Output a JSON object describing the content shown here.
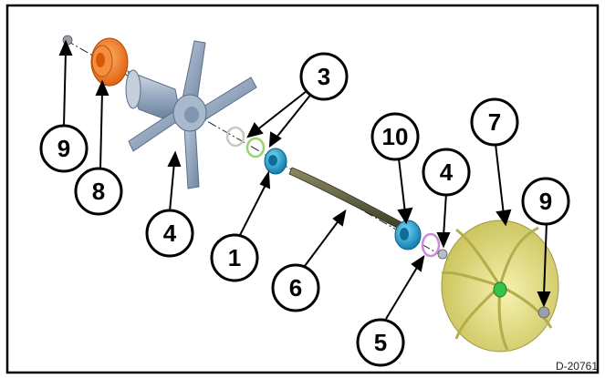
{
  "figure_code": "D-20761",
  "callouts": [
    {
      "id": "c9a",
      "label": "9"
    },
    {
      "id": "c8",
      "label": "8"
    },
    {
      "id": "c4a",
      "label": "4"
    },
    {
      "id": "c3",
      "label": "3"
    },
    {
      "id": "c1",
      "label": "1"
    },
    {
      "id": "c6",
      "label": "6"
    },
    {
      "id": "c10",
      "label": "10"
    },
    {
      "id": "c4b",
      "label": "4"
    },
    {
      "id": "c5",
      "label": "5"
    },
    {
      "id": "c7",
      "label": "7"
    },
    {
      "id": "c9b",
      "label": "9"
    }
  ],
  "colors": {
    "frame": "#000000",
    "coupling": "#f07a24",
    "spider": "#8fa3bd",
    "bearing": "#1ea6d9",
    "shaft": "#5b5b3a",
    "impeller": "#e6e07a",
    "oring": "#c98ad6",
    "nut": "#9aa0a8",
    "hub_green": "#39c24a"
  }
}
